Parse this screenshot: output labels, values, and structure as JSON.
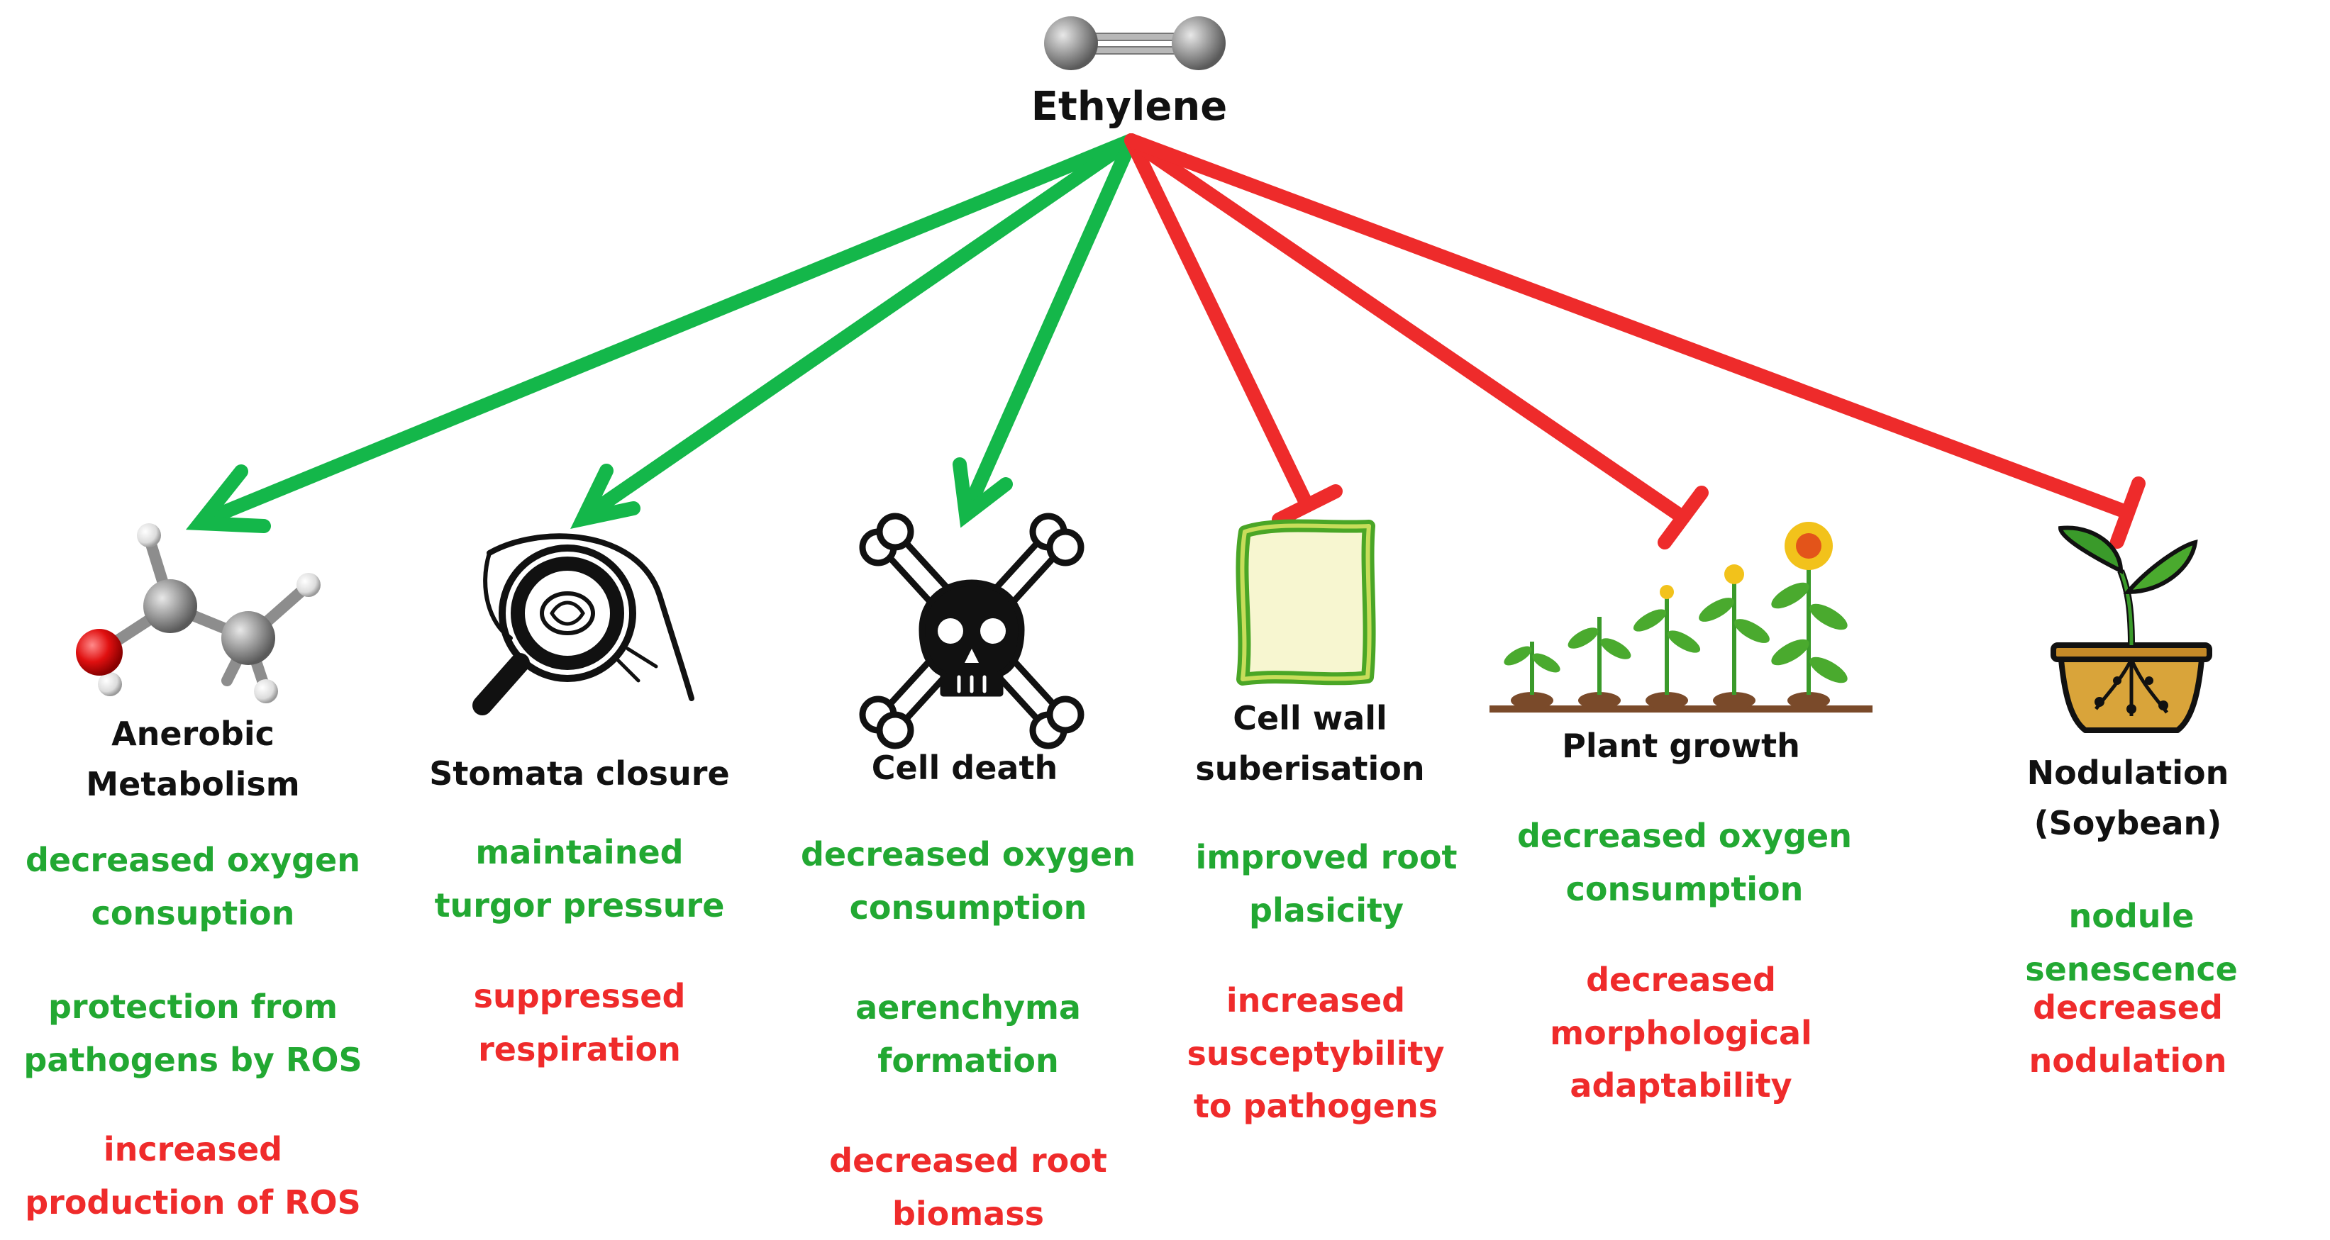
{
  "title": "Ethylene",
  "colors": {
    "promote": "#14b74a",
    "inhibit": "#ee2b2b",
    "positive_text": "#22a832",
    "negative_text": "#ef2b2b"
  },
  "effects": [
    {
      "id": "anaerobic",
      "label": "Anerobic\nMetabolism",
      "relation": "promotes",
      "icon": "ethanol-molecule-icon",
      "outcomes": [
        {
          "text": "decreased oxygen\nconsuption",
          "sign": "positive"
        },
        {
          "text": "protection from\npathogens by ROS",
          "sign": "positive"
        },
        {
          "text": "increased\nproduction of ROS",
          "sign": "negative"
        }
      ]
    },
    {
      "id": "stomata",
      "label": "Stomata closure",
      "relation": "promotes",
      "icon": "magnified-stomata-icon",
      "outcomes": [
        {
          "text": "maintained\nturgor pressure",
          "sign": "positive"
        },
        {
          "text": "suppressed\nrespiration",
          "sign": "negative"
        }
      ]
    },
    {
      "id": "celldeath",
      "label": "Cell death",
      "relation": "promotes",
      "icon": "skull-crossbones-icon",
      "outcomes": [
        {
          "text": "decreased oxygen\nconsumption",
          "sign": "positive"
        },
        {
          "text": "aerenchyma\nformation",
          "sign": "positive"
        },
        {
          "text": "decreased root\nbiomass",
          "sign": "negative"
        }
      ]
    },
    {
      "id": "suberisation",
      "label": "Cell wall\nsuberisation",
      "relation": "inhibits",
      "icon": "cell-wall-icon",
      "outcomes": [
        {
          "text": "improved root\nplasicity",
          "sign": "positive"
        },
        {
          "text": "increased\nsusceptybility\nto pathogens",
          "sign": "negative"
        }
      ]
    },
    {
      "id": "growth",
      "label": "Plant growth",
      "relation": "inhibits",
      "icon": "plant-growth-icon",
      "outcomes": [
        {
          "text": "decreased oxygen\nconsumption",
          "sign": "positive"
        },
        {
          "text": "decreased\nmorphological\nadaptability",
          "sign": "negative"
        }
      ]
    },
    {
      "id": "nodulation",
      "label": "Nodulation\n(Soybean)",
      "relation": "inhibits",
      "icon": "potted-seedling-icon",
      "outcomes": [
        {
          "text": "nodule senescence",
          "sign": "positive"
        },
        {
          "text": "decreased\nnodulation",
          "sign": "negative"
        }
      ]
    }
  ]
}
